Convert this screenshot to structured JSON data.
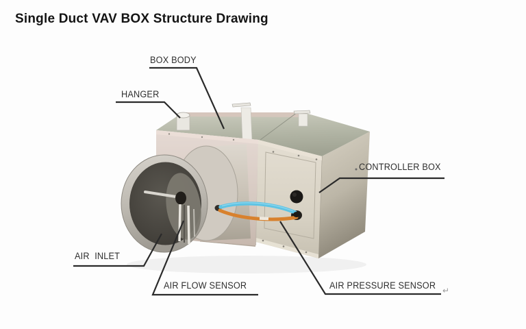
{
  "title": "Single Duct VAV BOX Structure Drawing",
  "diagram": {
    "labels": {
      "box_body": "BOX BODY",
      "hanger": "HANGER",
      "controller_box": "CONTROLLER BOX",
      "controller_box_prefix": ".",
      "air_inlet": "AIR INLET",
      "air_flow_sensor": "AIR FLOW SENSOR",
      "air_pressure_sensor": "AIR PRESSURE SENSOR"
    },
    "annotation_mark": "↵",
    "parts": [
      "box body",
      "hanger",
      "controller box",
      "air inlet",
      "air flow sensor",
      "air pressure sensor"
    ]
  },
  "colors": {
    "background": "#fdfdfd",
    "title_text": "#141414",
    "label_text": "#2f2f2f",
    "leader_line": "#2a2a2a",
    "box_top": "#b4b7a8",
    "box_front_left": "#ddd2cb",
    "controller_face": "#ded8cc",
    "box_side": "#b4ae9f",
    "inlet_interior": "#4b4843",
    "tube_blue": "#5fc4e4",
    "tube_orange": "#d8812d",
    "knob_black": "#1a1816"
  }
}
